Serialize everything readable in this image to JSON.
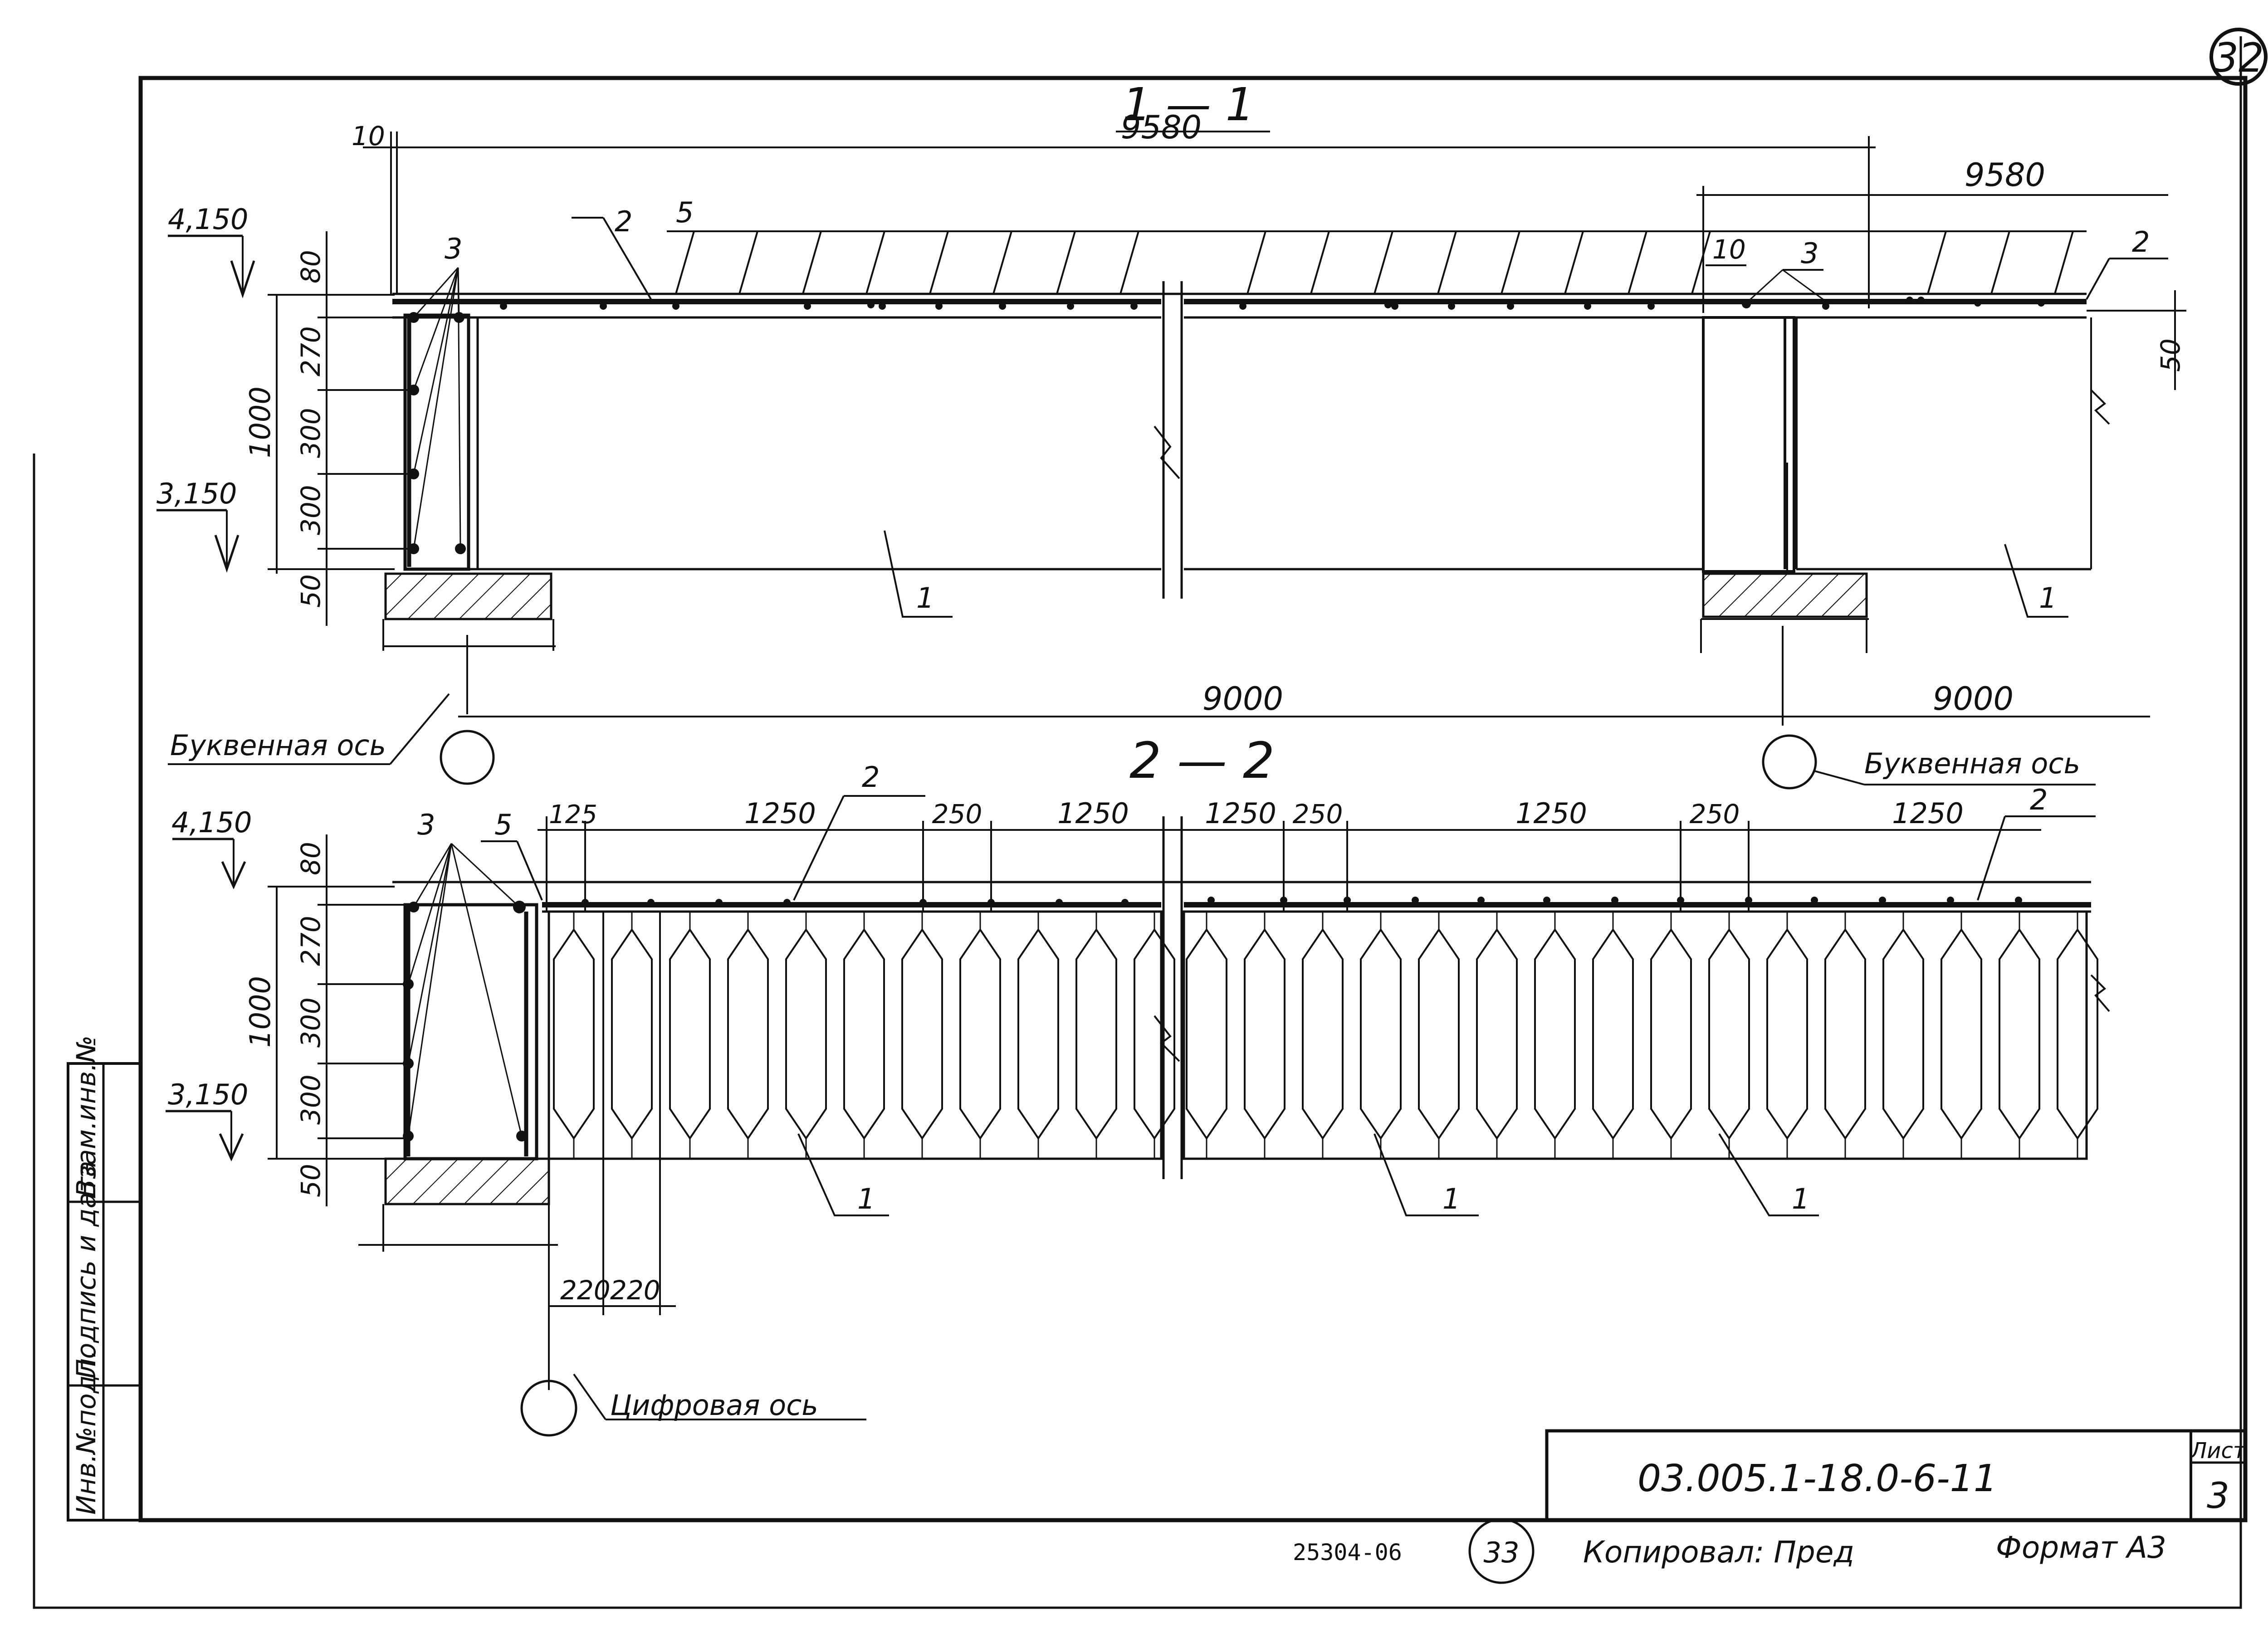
{
  "sheet": {
    "sheet_number_top": "32",
    "designation": "03.005.1-18.0-6-11",
    "list_label": "Лист",
    "list_number": "3",
    "inventory_code": "25304-06",
    "page_circle": "33",
    "copied_by": "Копировал: Пред",
    "format": "Формат А3"
  },
  "stamp": {
    "col1": "Инв.№подл.",
    "col2": "Подпись и дата",
    "col3": "Взам.инв.№"
  },
  "section1": {
    "title": "1 — 1",
    "dim_10_left": "10",
    "dim_9580_left": "9580",
    "dim_9580_right": "9580",
    "dim_10_right": "10",
    "dim_9000_left": "9000",
    "dim_9000_right": "9000",
    "dim_50_right": "50",
    "level_top": "4,150",
    "level_bottom": "3,150",
    "vert_80": "80",
    "vert_270": "270",
    "vert_300a": "300",
    "vert_300b": "300",
    "vert_50": "50",
    "vert_1000": "1000",
    "callout_2_left": "2",
    "callout_5": "5",
    "callout_3_left": "3",
    "callout_3_right": "3",
    "callout_2_right": "2",
    "callout_1_left": "1",
    "callout_1_right": "1",
    "axis_label_left": "Буквенная ось",
    "axis_label_right": "Буквенная ось"
  },
  "section2": {
    "title": "2 — 2",
    "level_top": "4,150",
    "level_bottom": "3,150",
    "vert_80": "80",
    "vert_270": "270",
    "vert_300a": "300",
    "vert_300b": "300",
    "vert_50": "50",
    "vert_1000": "1000",
    "callout_3": "3",
    "callout_5": "5",
    "callout_2_left": "2",
    "callout_2_right": "2",
    "dim_125": "125",
    "dim_1250_a": "1250",
    "dim_250_a": "250",
    "dim_1250_b": "1250",
    "dim_1250_c": "1250",
    "dim_250_b": "250",
    "dim_1250_d": "1250",
    "dim_250_c": "250",
    "dim_1250_e": "1250",
    "callout_1_a": "1",
    "callout_1_b": "1",
    "callout_1_c": "1",
    "dim_220_a": "220",
    "dim_220_b": "220",
    "axis_label": "Цифровая ось"
  }
}
